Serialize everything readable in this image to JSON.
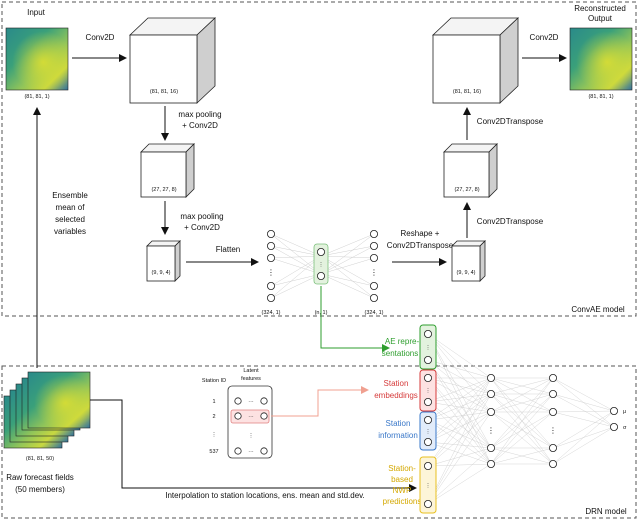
{
  "convae": {
    "panel_label": "ConvAE model",
    "input_label": "Input",
    "input_dims": "(81, 81, 1)",
    "output_label_line1": "Reconstructed",
    "output_label_line2": "Output",
    "output_dims": "(81, 81, 1)",
    "conv2d_in": "Conv2D",
    "conv2d_out": "Conv2D",
    "block1_dims": "(81, 81, 16)",
    "pool1_line1": "max pooling",
    "pool1_line2": "+ Conv2D",
    "block2_dims": "(27, 27, 8)",
    "pool2_line1": "max pooling",
    "pool2_line2": "+ Conv2D",
    "block3_dims": "(9, 9, 4)",
    "flatten": "Flatten",
    "flat_dims": "(324, 1)",
    "latent_dims": "(n, 1)",
    "flat2_dims": "(324, 1)",
    "reshape_line1": "Reshape +",
    "reshape_line2": "Conv2DTranspose",
    "dblock3_dims": "(9, 9, 4)",
    "convT1": "Conv2DTranspose",
    "dblock2_dims": "(27, 27, 8)",
    "convT2": "Conv2DTranspose",
    "dblock1_dims": "(81, 81, 16)"
  },
  "ensemble": {
    "line1": "Ensemble",
    "line2": "mean of",
    "line3": "selected",
    "line4": "variables"
  },
  "drn": {
    "panel_label": "DRN model",
    "raw_dims": "(81, 81, 50)",
    "raw_line1": "Raw forecast fields",
    "raw_line2": "(50 members)",
    "interp": "Interpolation to station locations, ens. mean and std.dev.",
    "station_id": "Station ID",
    "latent_line1": "Latent",
    "latent_line2": "features",
    "ids": [
      "1",
      "2",
      "⋮",
      "537"
    ],
    "ae_line1": "AE repre-",
    "ae_line2": "sentations",
    "emb_line1": "Station",
    "emb_line2": "embeddings",
    "info_line1": "Station",
    "info_line2": "information",
    "nwp_line1": "Station-",
    "nwp_line2": "based",
    "nwp_line3": "NWP",
    "nwp_line4": "predictions",
    "mu": "μ",
    "sigma": "σ"
  },
  "colors": {
    "green": "#2e9e2e",
    "red": "#d63b3b",
    "salmon": "#f0a090",
    "blue": "#3a78c9",
    "yellow": "#e8c020",
    "panel_border": "#555555",
    "edge": "#bbbbbb"
  }
}
